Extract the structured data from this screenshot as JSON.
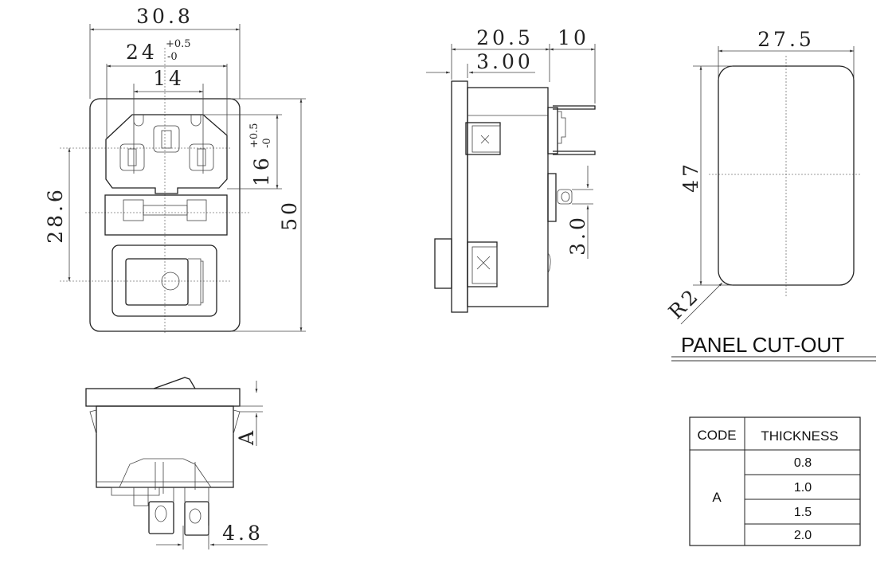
{
  "front_view": {
    "width": "30.8",
    "inner_width": "24",
    "inner_width_tol_plus": "+0.5",
    "inner_width_tol_minus": "-0",
    "pin_spacing": "14",
    "height": "50",
    "socket_height": "16",
    "socket_height_tol_plus": "+0.5",
    "socket_height_tol_minus": "-0",
    "center_distance": "28.6"
  },
  "side_view": {
    "depth": "20.5",
    "terminal_length": "10",
    "flange": "3.00",
    "pin_dim": "3.0"
  },
  "bottom_view": {
    "panel_dim": "A",
    "terminal_width": "4.8"
  },
  "panel_cutout": {
    "width": "27.5",
    "height": "47",
    "radius": "R2",
    "title": "PANEL CUT-OUT"
  },
  "thickness_table": {
    "headers": [
      "CODE",
      "THICKNESS"
    ],
    "code": "A",
    "values": [
      "0.8",
      "1.0",
      "1.5",
      "2.0"
    ]
  }
}
